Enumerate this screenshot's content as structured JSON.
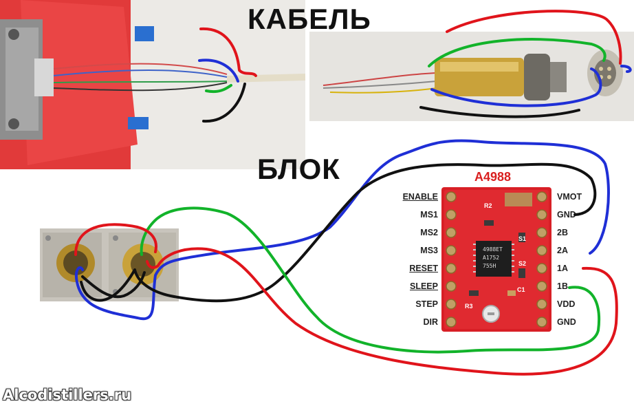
{
  "labels": {
    "cable": "КАБЕЛЬ",
    "block": "БЛОК",
    "chip_title": "A4988",
    "watermark": "Alcodistillers.ru"
  },
  "board": {
    "left_pins": [
      "ENABLE",
      "MS1",
      "MS2",
      "MS3",
      "RESET",
      "SLEEP",
      "STEP",
      "DIR"
    ],
    "right_pins": [
      "VMOT",
      "GND",
      "2B",
      "2A",
      "1A",
      "1B",
      "VDD",
      "GND"
    ],
    "chip_text": [
      "4988ET",
      "A1752",
      "755H"
    ],
    "silk": [
      "R2",
      "R3",
      "S1",
      "S2",
      "C1"
    ]
  },
  "colors": {
    "red": "#e0141b",
    "green": "#12b32a",
    "blue": "#1f2fd6",
    "black": "#111111",
    "board": "#d81f26",
    "brass": "#c9a23a"
  }
}
